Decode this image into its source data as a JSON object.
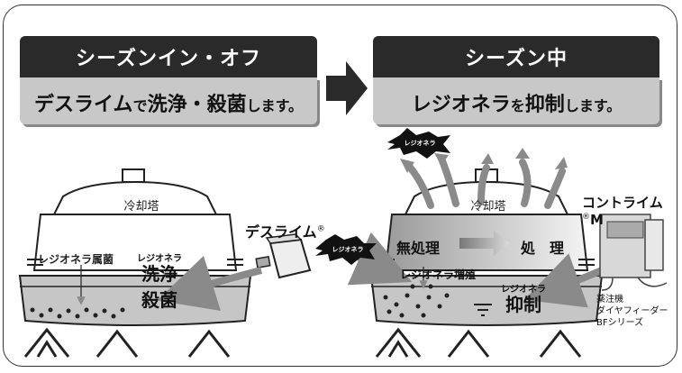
{
  "left_panel": {
    "title": "シーズンイン・オフ",
    "subtitle_parts": [
      "デスライム",
      "で",
      "洗浄・殺菌",
      "します。"
    ]
  },
  "right_panel": {
    "title": "シーズン中",
    "subtitle_parts": [
      "レジオネラ",
      "を",
      "抑制",
      "します。"
    ]
  },
  "left_diagram": {
    "tower_label": "冷却塔",
    "bacteria_label": "レジオネラ属菌",
    "product_name": "デスライム",
    "reg_mark": "®",
    "effect_small": "レジオネラ",
    "effect_line1": "洗浄",
    "effect_line2": "殺菌"
  },
  "right_diagram": {
    "tower_label": "冷却塔",
    "burst_label": "レジオネラ",
    "untreated_label": "無処理",
    "treated_label": "処　理",
    "growth_label": "レジオネラ増殖",
    "suppress_small": "レジオネラ",
    "suppress_label": "抑制",
    "product_name": "コントライム",
    "product_suffix": "M",
    "reg_mark": "®",
    "device_line1": "薬注機",
    "device_line2": "ダイヤフィーダー",
    "device_line3": "BFシリーズ"
  },
  "colors": {
    "dark": "#2a2a2a",
    "banner_gray": "#c8c8c8",
    "arrow_gray": "#8a8a8a",
    "water_gray": "#bdbdbd"
  }
}
